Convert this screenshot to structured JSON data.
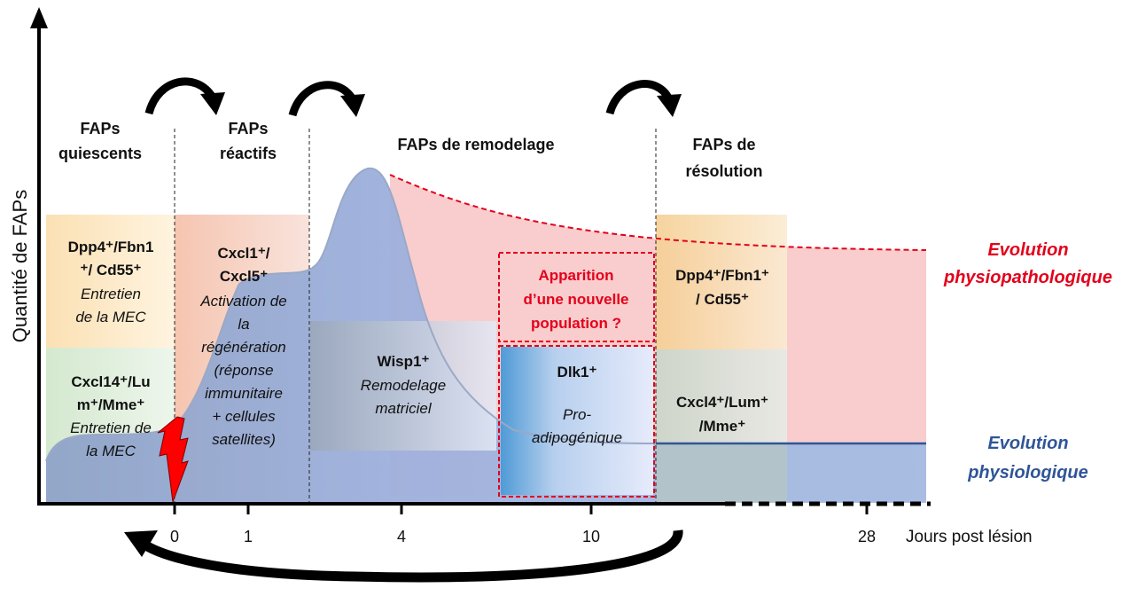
{
  "axis": {
    "y_label": "Quantité de FAPs",
    "x_label": "Jours post lésion",
    "ticks": [
      "0",
      "1",
      "4",
      "10",
      "28"
    ]
  },
  "phases": {
    "quiescent": [
      "FAPs",
      "quiescents"
    ],
    "reactive": [
      "FAPs",
      "réactifs"
    ],
    "remodeling": "FAPs de remodelage",
    "resolution": [
      "FAPs de",
      "résolution"
    ]
  },
  "boxes": {
    "q_top": {
      "markers": [
        "Dpp4⁺/Fbn1",
        "⁺/ Cd55⁺"
      ],
      "desc": [
        "Entretien",
        "de la MEC"
      ]
    },
    "q_bottom": {
      "markers": [
        "Cxcl14⁺/Lu",
        "m⁺/Mme⁺"
      ],
      "desc": [
        "Entretien de",
        "la MEC"
      ]
    },
    "reactive": {
      "markers": [
        "Cxcl1⁺/",
        "Cxcl5⁺"
      ],
      "desc": [
        "Activation de",
        "la",
        "régénération",
        "(réponse",
        "immunitaire",
        "+ cellules",
        "satellites)"
      ]
    },
    "wisp": {
      "marker": "Wisp1⁺",
      "desc": [
        "Remodelage",
        "matriciel"
      ]
    },
    "new_pop": [
      "Apparition",
      "d’une nouvelle",
      "population ?"
    ],
    "dlk": {
      "marker": "Dlk1⁺",
      "desc": [
        "Pro-",
        "adipogénique"
      ]
    },
    "res_top": [
      "Dpp4⁺/Fbn1⁺",
      "/ Cd55⁺"
    ],
    "res_bottom": [
      "Cxcl4⁺/Lum⁺",
      "/Mme⁺"
    ]
  },
  "legend": {
    "pathological": [
      "Evolution",
      "physiopathologique"
    ],
    "physiological": [
      "Evolution",
      "physiologique"
    ]
  },
  "colors": {
    "pathological": "#e3001b",
    "physiological": "#2f5597",
    "curve_fill": "#8ea9db",
    "red_fill": "#f8c4c4",
    "lightning": "#ff0000"
  }
}
